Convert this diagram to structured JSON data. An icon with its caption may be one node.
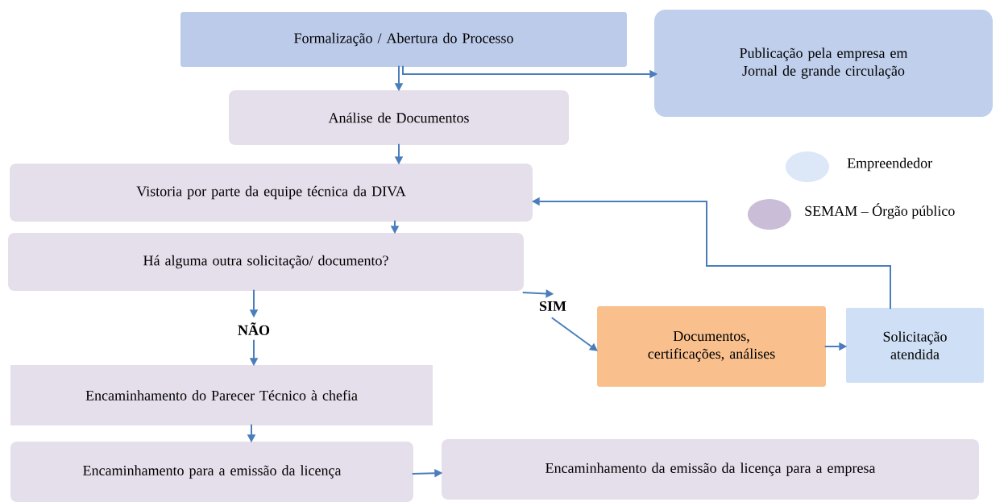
{
  "diagram": {
    "nodes": [
      {
        "text": [
          "Formalização / Abertura do Processo"
        ]
      },
      {
        "text": [
          "Publicação pela empresa em Jornal de grande circulação"
        ]
      },
      {
        "text": [
          "Análise de Documentos"
        ]
      },
      {
        "text": [
          "Vistoria por parte da equipe técnica da DIVA"
        ]
      },
      {
        "text": [
          "Há alguma outra solicitação/ documento?"
        ]
      },
      {
        "text": [
          "NÃO"
        ]
      },
      {
        "text": [
          "SIM"
        ]
      },
      {
        "text": [
          "Documentos, certificações, análises"
        ]
      },
      {
        "text": [
          "Solicitação atendida"
        ]
      },
      {
        "text": [
          "Encaminhamento do Parecer Técnico à chefia"
        ]
      },
      {
        "text": [
          "Encaminhamento para a emissão da licença"
        ]
      },
      {
        "text": [
          "Encaminhamento da emissão da licença para a empresa"
        ]
      }
    ],
    "edges": [
      {
        "from": 0,
        "to": 2,
        "arrow": "to"
      },
      {
        "from": 0,
        "to": 1,
        "arrow": "to"
      },
      {
        "from": 2,
        "to": 3,
        "arrow": "to"
      },
      {
        "from": 3,
        "to": 4,
        "arrow": "to"
      },
      {
        "from": 4,
        "to": 5,
        "arrow": "to"
      },
      {
        "from": 5,
        "to": 9,
        "arrow": "to"
      },
      {
        "from": 4,
        "to": 6,
        "arrow": "to"
      },
      {
        "from": 6,
        "to": 7,
        "arrow": "to"
      },
      {
        "from": 7,
        "to": 8,
        "arrow": "to"
      },
      {
        "from": 8,
        "to": 3,
        "arrow": "to"
      },
      {
        "from": 9,
        "to": 10,
        "arrow": "to"
      },
      {
        "from": 10,
        "to": 11,
        "arrow": "to"
      }
    ],
    "legend": [
      {
        "text": "Empreendedor",
        "color": "#dce7f8"
      },
      {
        "text": "SEMAM – Órgão público",
        "color": "#c9bdd8"
      }
    ]
  }
}
